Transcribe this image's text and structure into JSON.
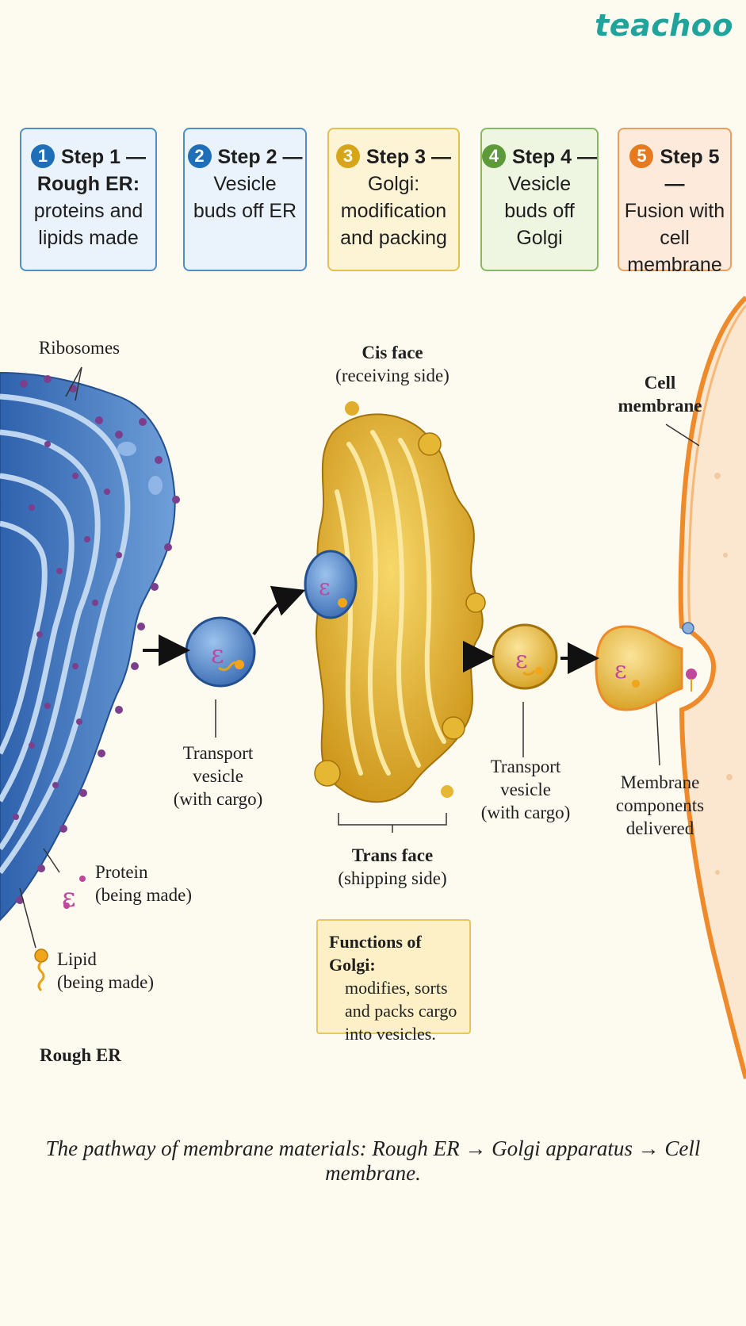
{
  "brand": "teachoo",
  "steps": [
    {
      "num": "1",
      "head": "Step 1 —",
      "lines": [
        "Rough ER:",
        "proteins and",
        "lipids made"
      ],
      "color": "#1f6fb8",
      "fill": "#eaf3fb",
      "border": "#4f8fc6"
    },
    {
      "num": "2",
      "head": "Step 2 —",
      "lines": [
        "Vesicle",
        "buds off ER"
      ],
      "color": "#1f6fb8",
      "fill": "#eaf3fb",
      "border": "#4f8fc6"
    },
    {
      "num": "3",
      "head": "Step 3 —",
      "lines": [
        "Golgi:",
        "modification",
        "and packing"
      ],
      "color": "#d7a51a",
      "fill": "#fdf4d6",
      "border": "#e3c14d"
    },
    {
      "num": "4",
      "head": "Step 4 —",
      "lines": [
        "Vesicle",
        "buds off Golgi"
      ],
      "color": "#5d9a3a",
      "fill": "#eef6e2",
      "border": "#86b960"
    },
    {
      "num": "5",
      "head": "Step 5 —",
      "lines": [
        "Fusion with",
        "cell",
        "membrane"
      ],
      "color": "#e57a1f",
      "fill": "#fdeadb",
      "border": "#ec9f5c"
    }
  ],
  "labels": {
    "ribosomes": "Ribosomes",
    "cis_face": "Cis face",
    "cis_face_sub": "(receiving side)",
    "cell_membrane": [
      "Cell",
      "membrane"
    ],
    "transport_vesicle_1": [
      "Transport",
      "vesicle",
      "(with cargo)"
    ],
    "transport_vesicle_2": [
      "Transport",
      "vesicle",
      "(with cargo)"
    ],
    "trans_face": "Trans face",
    "trans_face_sub": "(shipping side)",
    "membrane_components": [
      "Membrane",
      "components",
      "delivered"
    ],
    "protein": "Protein",
    "protein_sub": "(being made)",
    "lipid": "Lipid",
    "lipid_sub": "(being made)",
    "rough_er": "Rough ER"
  },
  "note": {
    "title": "Functions of Golgi:",
    "lines": [
      "modifies, sorts",
      "and packs cargo",
      "into vesicles."
    ]
  },
  "caption": "The pathway of membrane materials: Rough ER → Golgi apparatus → Cell membrane.",
  "colors": {
    "er_blue": "#4a7fc4",
    "golgi_gold": "#e3b22e",
    "membrane_orange": "#ee8a2a",
    "ribosome_purple": "#7b3f8c",
    "background": "#fdfaf0"
  }
}
